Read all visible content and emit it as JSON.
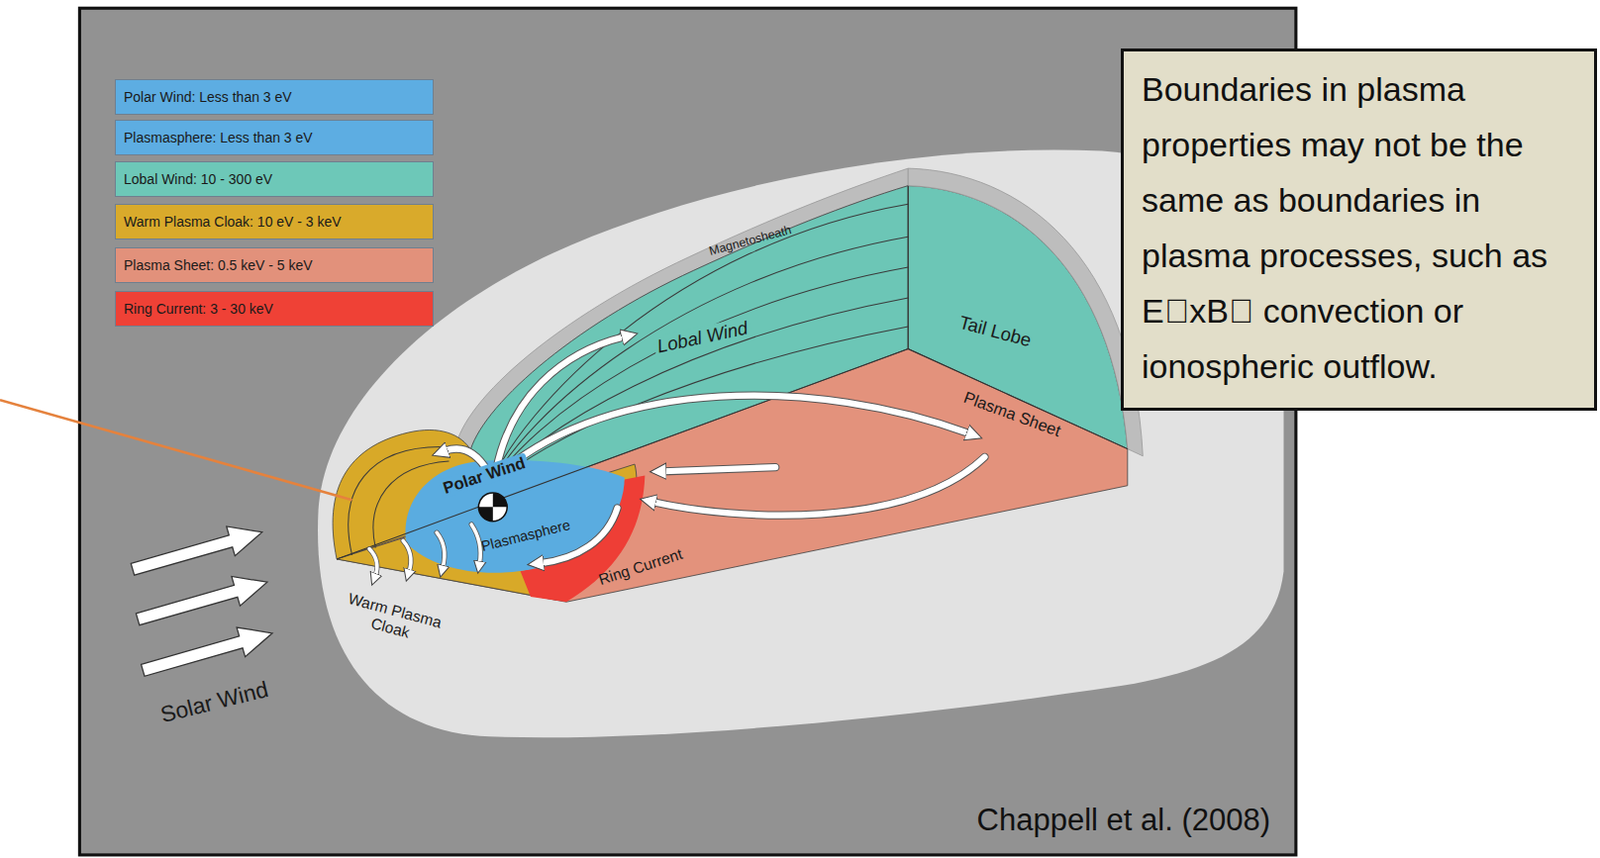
{
  "diagram": {
    "caption": "Chappell et al. (2008)",
    "nodes": [
      {
        "text": [
          "Boundaries in plasma properties may not be the same as boundaries in plasma processes, such as E⃗xB⃗ convection or ionospheric outflow."
        ]
      }
    ],
    "labels": [
      "Magnetosheath",
      "Lobal Wind",
      "Tail Lobe",
      "Plasma Sheet",
      "Polar Wind",
      "Plasmasphere",
      "Ring Current",
      "Warm Plasma Cloak",
      "Solar Wind"
    ],
    "legend": [
      {
        "text": "Polar Wind: Less than 3 eV",
        "color": "#5dade2"
      },
      {
        "text": "Plasmasphere: Less than 3 eV",
        "color": "#5dade2"
      },
      {
        "text": "Lobal Wind: 10 - 300 eV",
        "color": "#6dc8b8"
      },
      {
        "text": "Warm Plasma Cloak: 10 eV - 3 keV",
        "color": "#d9aa2b"
      },
      {
        "text": "Plasma Sheet: 0.5 keV - 5 keV",
        "color": "#e2917b"
      },
      {
        "text": "Ring Current: 3 - 30 keV",
        "color": "#ef4136"
      }
    ]
  }
}
